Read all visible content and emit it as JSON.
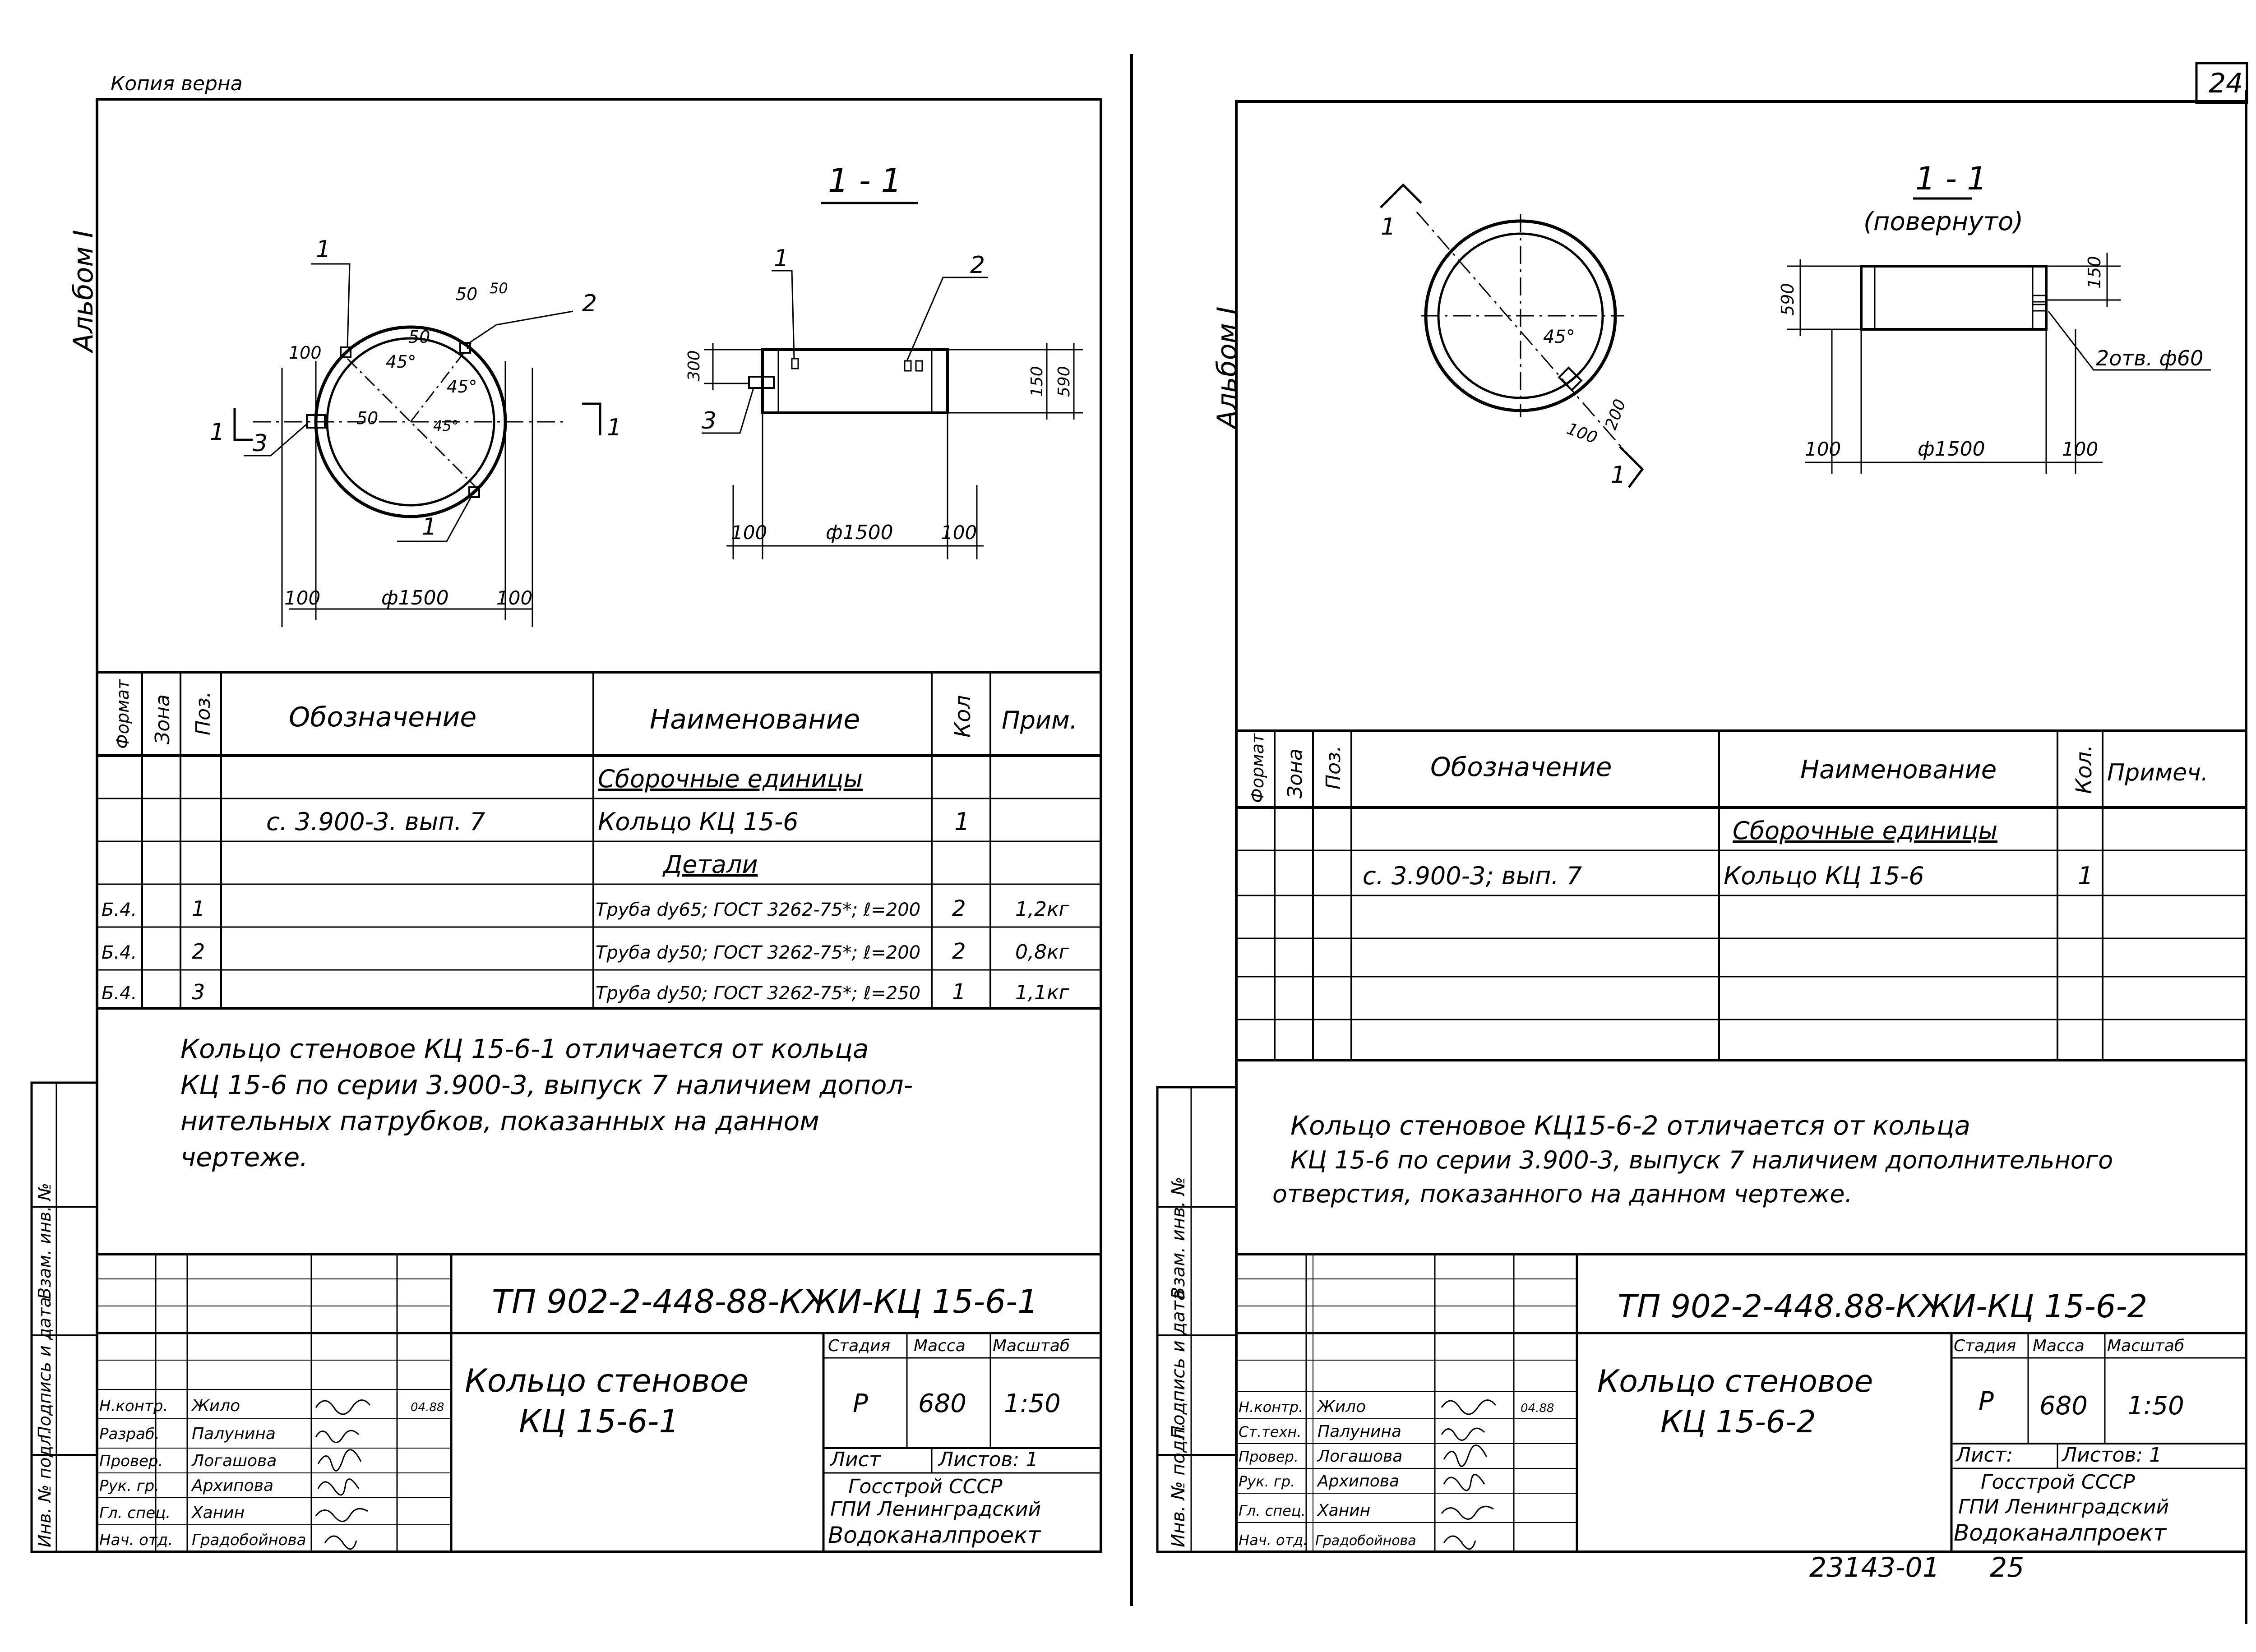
{
  "header": {
    "copy_note": "Копия верна",
    "sheet_number": "24",
    "bottom_code": "23143-01",
    "bottom_page": "25"
  },
  "left_sheet": {
    "album_label": "Альбом I",
    "section_title": "1 - 1",
    "circle_view": {
      "pos_1_top": "1",
      "pos_1_bottom": "1",
      "pos_2": "2",
      "pos_3": "3",
      "dim_50a": "50",
      "dim_50b": "50",
      "dim_50c": "50",
      "dim_50d": "50",
      "dim_45a": "45°",
      "dim_45b": "45°",
      "dim_45c": "45°",
      "dim_100": "100",
      "dim_bottom_100a": "100",
      "dim_bottom_diam": "ф1500",
      "dim_bottom_100b": "100",
      "cut_left": "1",
      "cut_right": "1"
    },
    "section_view": {
      "pos_1": "1",
      "pos_2": "2",
      "pos_3": "3",
      "dim_300": "300",
      "dim_150": "150",
      "dim_590": "590",
      "dim_100a": "100",
      "dim_diam": "ф1500",
      "dim_100b": "100"
    },
    "spec_table": {
      "headers": [
        "Формат",
        "Зона",
        "Поз.",
        "Обозначение",
        "Наименование",
        "Кол",
        "Прим."
      ],
      "rows": [
        [
          "",
          "",
          "",
          "",
          "Сборочные единицы",
          "",
          ""
        ],
        [
          "",
          "",
          "",
          "с. 3.900-3. вып. 7",
          "Кольцо КЦ 15-6",
          "1",
          ""
        ],
        [
          "",
          "",
          "",
          "",
          "Детали",
          "",
          ""
        ],
        [
          "Б.4.",
          "",
          "1",
          "",
          "Труба dy65; ГОСТ 3262-75*; ℓ=200",
          "2",
          "1,2кг"
        ],
        [
          "Б.4.",
          "",
          "2",
          "",
          "Труба dy50; ГОСТ 3262-75*; ℓ=200",
          "2",
          "0,8кг"
        ],
        [
          "Б.4.",
          "",
          "3",
          "",
          "Труба dy50; ГОСТ 3262-75*; ℓ=250",
          "1",
          "1,1кг"
        ]
      ]
    },
    "note_lines": [
      "Кольцо стеновое КЦ 15-6-1 отличается от кольца",
      "КЦ 15-6 по серии 3.900-3, выпуск 7 наличием допол-",
      "нительных патрубков, показанных на данном",
      "чертеже."
    ],
    "side_labels": [
      "Инв. № подл.",
      "Подпись и дата",
      "Взам. инв. №"
    ],
    "title_block": {
      "doc_code": "ТП 902-2-448-88-КЖИ-КЦ 15-6-1",
      "name_line1": "Кольцо стеновое",
      "name_line2": "КЦ 15-6-1",
      "stage_label": "Стадия",
      "mass_label": "Масса",
      "scale_label": "Масштаб",
      "stage": "Р",
      "mass": "680",
      "scale": "1:50",
      "sheet_label": "Лист",
      "sheets_label": "Листов: 1",
      "org_line1": "Госстрой СССР",
      "org_line2": "ГПИ Ленинградский",
      "org_line3": "Водоканалпроект",
      "staff": [
        {
          "role": "Н.контр.",
          "name": "Жило",
          "date": "04.88"
        },
        {
          "role": "Разраб.",
          "name": "Палунина",
          "date": ""
        },
        {
          "role": "Провер.",
          "name": "Логашова",
          "date": ""
        },
        {
          "role": "Рук. гр.",
          "name": "Архипова",
          "date": ""
        },
        {
          "role": "Гл. спец.",
          "name": "Ханин",
          "date": ""
        },
        {
          "role": "Нач. отд.",
          "name": "Градобойнова",
          "date": ""
        }
      ]
    }
  },
  "right_sheet": {
    "album_label": "Альбом I",
    "section_title": "1 - 1",
    "section_subtitle": "(повернуто)",
    "circle_view": {
      "dim_45": "45°",
      "dim_200": "200",
      "dim_100": "100",
      "cut_top": "1",
      "cut_bottom": "1"
    },
    "section_view": {
      "dim_590": "590",
      "dim_150": "150",
      "hole_label": "2отв. ф60",
      "dim_100a": "100",
      "dim_diam": "ф1500",
      "dim_100b": "100"
    },
    "spec_table": {
      "headers": [
        "Формат",
        "Зона",
        "Поз.",
        "Обозначение",
        "Наименование",
        "Кол.",
        "Примеч."
      ],
      "rows": [
        [
          "",
          "",
          "",
          "",
          "Сборочные единицы",
          "",
          ""
        ],
        [
          "",
          "",
          "",
          "с. 3.900-3; вып. 7",
          "Кольцо КЦ 15-6",
          "1",
          ""
        ],
        [
          "",
          "",
          "",
          "",
          "",
          "",
          ""
        ],
        [
          "",
          "",
          "",
          "",
          "",
          "",
          ""
        ],
        [
          "",
          "",
          "",
          "",
          "",
          "",
          ""
        ],
        [
          "",
          "",
          "",
          "",
          "",
          "",
          ""
        ]
      ]
    },
    "note_lines": [
      "Кольцо стеновое КЦ15-6-2 отличается от кольца",
      "КЦ 15-6 по серии 3.900-3, выпуск 7 наличием дополнительного",
      "отверстия, показанного на данном чертеже."
    ],
    "side_labels": [
      "Инв. № подл.",
      "Подпись и дата",
      "Взам. инв. №"
    ],
    "title_block": {
      "doc_code": "ТП 902-2-448.88-КЖИ-КЦ 15-6-2",
      "name_line1": "Кольцо стеновое",
      "name_line2": "КЦ 15-6-2",
      "stage_label": "Стадия",
      "mass_label": "Масса",
      "scale_label": "Масштаб",
      "stage": "Р",
      "mass": "680",
      "scale": "1:50",
      "sheet_label": "Лист:",
      "sheets_label": "Листов: 1",
      "org_line1": "Госстрой СССР",
      "org_line2": "ГПИ Ленинградский",
      "org_line3": "Водоканалпроект",
      "staff": [
        {
          "role": "Н.контр.",
          "name": "Жило",
          "date": "04.88"
        },
        {
          "role": "Ст.техн.",
          "name": "Палунина",
          "date": ""
        },
        {
          "role": "Провер.",
          "name": "Логашова",
          "date": ""
        },
        {
          "role": "Рук. гр.",
          "name": "Архипова",
          "date": ""
        },
        {
          "role": "Гл. спец.",
          "name": "Ханин",
          "date": ""
        },
        {
          "role": "Нач. отд.",
          "name": "Градобойнова",
          "date": ""
        }
      ]
    }
  }
}
